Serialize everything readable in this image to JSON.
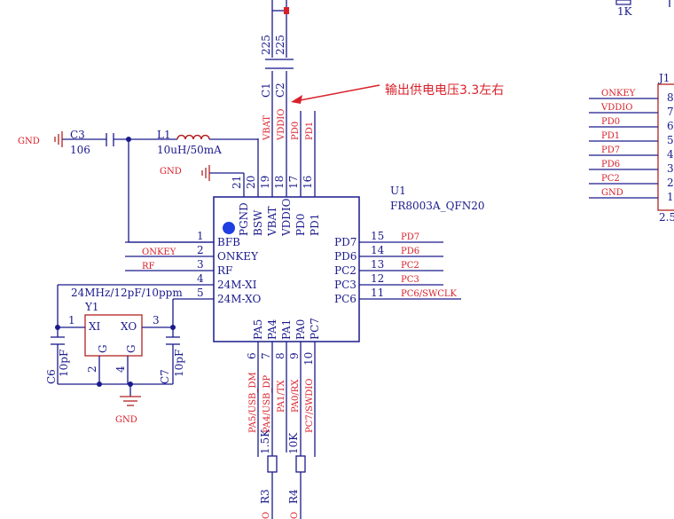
{
  "annotation": "输出供电电压3.3左右",
  "u1": {
    "ref": "U1",
    "part": "FR8003A_QFN20",
    "left_pins": [
      {
        "num": "1",
        "name": "BFB"
      },
      {
        "num": "2",
        "name": "ONKEY"
      },
      {
        "num": "3",
        "name": "RF"
      },
      {
        "num": "4",
        "name": "24M-XI"
      },
      {
        "num": "5",
        "name": "24M-XO"
      }
    ],
    "right_pins": [
      {
        "num": "15",
        "name": "PD7"
      },
      {
        "num": "14",
        "name": "PD6"
      },
      {
        "num": "13",
        "name": "PC2"
      },
      {
        "num": "12",
        "name": "PC3"
      },
      {
        "num": "11",
        "name": "PC6"
      }
    ],
    "top_pins": [
      {
        "num": "21",
        "name": "PGND"
      },
      {
        "num": "20",
        "name": "BSW"
      },
      {
        "num": "19",
        "name": "VBAT"
      },
      {
        "num": "18",
        "name": "VDDIO"
      },
      {
        "num": "17",
        "name": "PD0"
      },
      {
        "num": "16",
        "name": "PD1"
      }
    ],
    "bottom_pins": [
      {
        "num": "6",
        "name": "PA5"
      },
      {
        "num": "7",
        "name": "PA4"
      },
      {
        "num": "8",
        "name": "PA1"
      },
      {
        "num": "9",
        "name": "PA0"
      },
      {
        "num": "10",
        "name": "PC7"
      }
    ]
  },
  "nets": {
    "left": [
      "ONKEY",
      "RF"
    ],
    "right": [
      "PD7",
      "PD6",
      "PC2",
      "PC3",
      "PC6/SWCLK"
    ],
    "top": [
      "VBAT",
      "VDDIO",
      "PD0",
      "PD1"
    ],
    "bottom": [
      "PA5/USB_DM",
      "PA4/USB_DP",
      "PA1/TX",
      "PA0/RX",
      "PC7/SWDIO"
    ]
  },
  "components": {
    "c1": {
      "ref": "C1",
      "value": "225"
    },
    "c2": {
      "ref": "C2",
      "value": "225"
    },
    "c3": {
      "ref": "C3",
      "value": "106"
    },
    "l1": {
      "ref": "L1",
      "value": "10uH/50mA"
    },
    "y1": {
      "ref": "Y1",
      "spec": "24MHz/12pF/10ppm",
      "pin1": "1",
      "pin2": "2",
      "pin3": "3",
      "pin4": "4",
      "xi": "XI",
      "xo": "XO",
      "g": "G"
    },
    "c6": {
      "ref": "C6",
      "value": "10pF"
    },
    "c7": {
      "ref": "C7",
      "value": "10pF"
    },
    "r3": {
      "ref": "R3",
      "value": "1.5K"
    },
    "r4": {
      "ref": "R4",
      "value": "10K"
    },
    "r_top": {
      "value": "1K"
    }
  },
  "gnd": [
    "GND",
    "GND",
    "GND"
  ],
  "j1": {
    "ref": "J1",
    "nets": [
      "ONKEY",
      "VDDIO",
      "PD0",
      "PD1",
      "PD7",
      "PD6",
      "PC2",
      "GND"
    ],
    "pins": [
      "8",
      "7",
      "6",
      "5",
      "4",
      "3",
      "2",
      "1"
    ],
    "bottom": "2.5"
  },
  "partial_bottom": [
    "O",
    "O"
  ],
  "colors": {
    "wire": "#1a1a8c",
    "net": "#d9202a",
    "dot": "#1f3fe0"
  }
}
